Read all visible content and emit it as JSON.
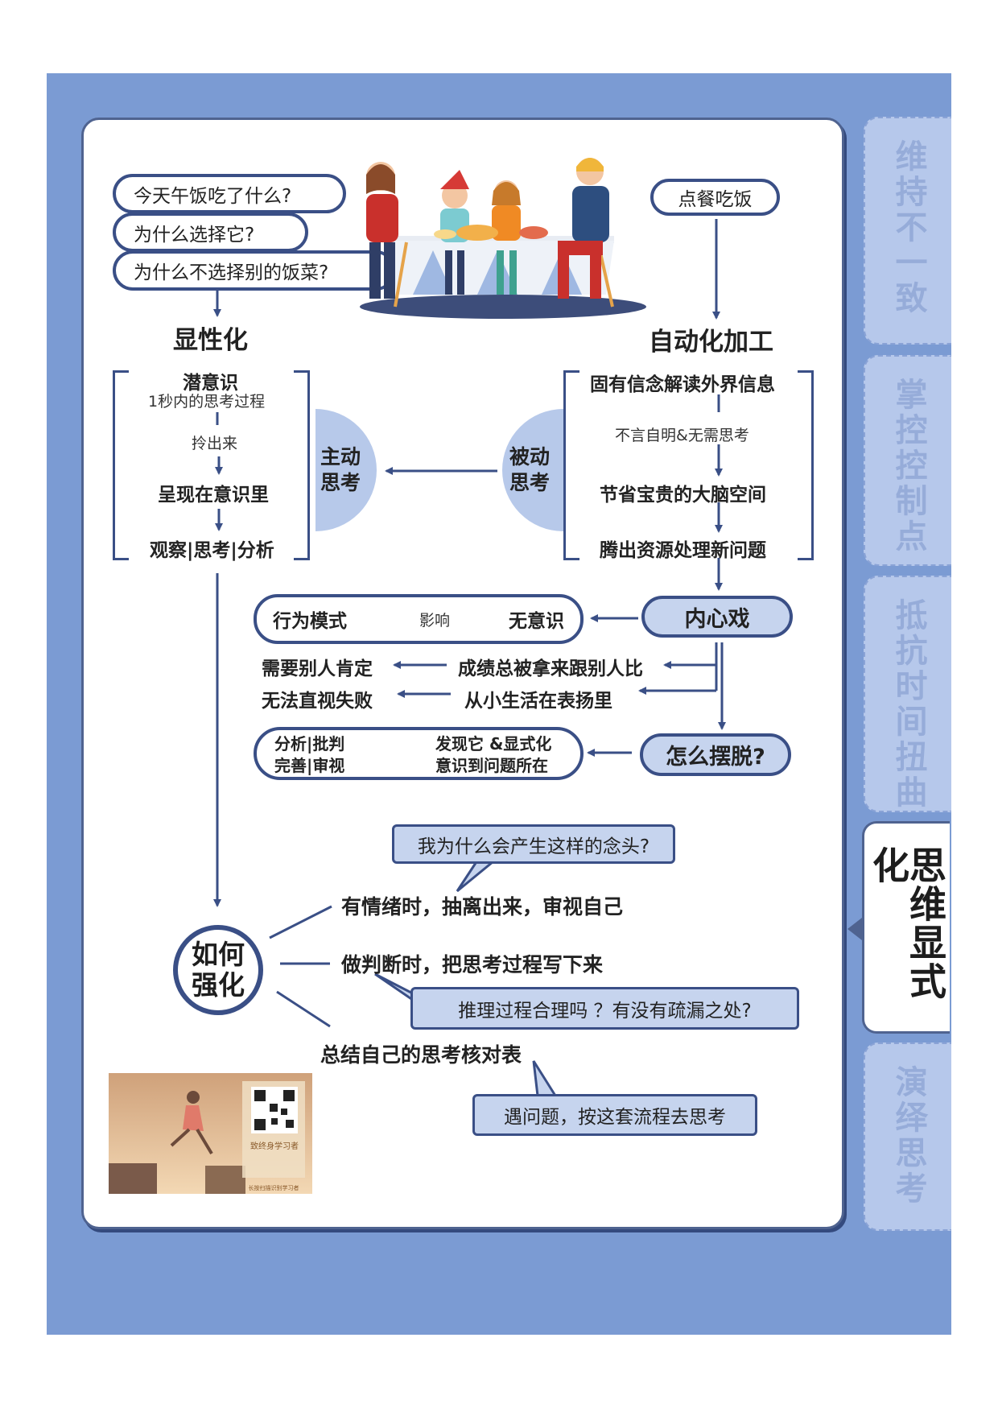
{
  "tabs": [
    {
      "label": "维持不一致",
      "active": false
    },
    {
      "label": "掌控控制点",
      "active": false
    },
    {
      "label": "抵抗时间扭曲",
      "active": false
    },
    {
      "label": "思维显式化",
      "active": true
    },
    {
      "label": "演绎思考",
      "active": false
    }
  ],
  "questions": [
    "今天午饭吃了什么?",
    "为什么选择它?",
    "为什么不选择别的饭菜?"
  ],
  "order_label": "点餐吃饭",
  "explicit_title": "显性化",
  "auto_title": "自动化加工",
  "left_column": {
    "subconscious": "潜意识",
    "subconscious_sub": "1秒内的思考过程",
    "pull_out": "拎出来",
    "present": "呈现在意识里",
    "observe": "观察|思考|分析"
  },
  "active_thinking": [
    "主动",
    "思考"
  ],
  "passive_thinking": [
    "被动",
    "思考"
  ],
  "right_column": {
    "belief": "固有信念解读外界信息",
    "self_evident": "不言自明&无需思考",
    "save_brain": "节省宝贵的大脑空间",
    "free_resources": "腾出资源处理新问题"
  },
  "inner_drama": "内心戏",
  "behavior_row": {
    "pattern": "行为模式",
    "influence": "影响",
    "unconscious": "无意识"
  },
  "need_approval": "需要别人肯定",
  "compared": "成绩总被拿来跟别人比",
  "cannot_face": "无法直视失败",
  "praised": "从小生活在表扬里",
  "escape": "怎么摆脱?",
  "analysis_box": {
    "line1a": "分析",
    "line1b": "批判",
    "line2a": "完善",
    "line2b": "审视",
    "discover1": "发现它 &显式化",
    "discover2": "意识到问题所在"
  },
  "strengthen": [
    "如何",
    "强化"
  ],
  "why_thought": "我为什么会产生这样的念头?",
  "emotion": "有情绪时，抽离出来，审视自己",
  "judgement": "做判断时，把思考过程写下来",
  "reasoning": "推理过程合理吗 ？有没有疏漏之处?",
  "checklist": "总结自己的思考核对表",
  "process": "遇问题，按这套流程去思考",
  "promo": {
    "title": "致终身学习者",
    "footer": "长按扫描识别学习者"
  },
  "colors": {
    "page_bg": "#7b9bd3",
    "navy": "#3a4f86",
    "light_blue": "#c6d4ee",
    "tab_text": "#96acd9"
  }
}
